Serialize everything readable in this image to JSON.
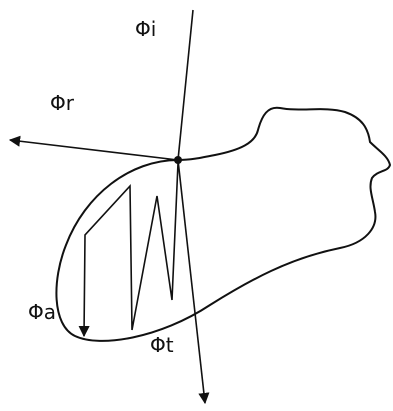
{
  "diagram": {
    "labels": {
      "incident": "Φi",
      "reflected": "Φr",
      "absorbed": "Φa",
      "transmitted": "Φt"
    },
    "colors": {
      "ink": "#111111",
      "background": "#ffffff"
    }
  }
}
